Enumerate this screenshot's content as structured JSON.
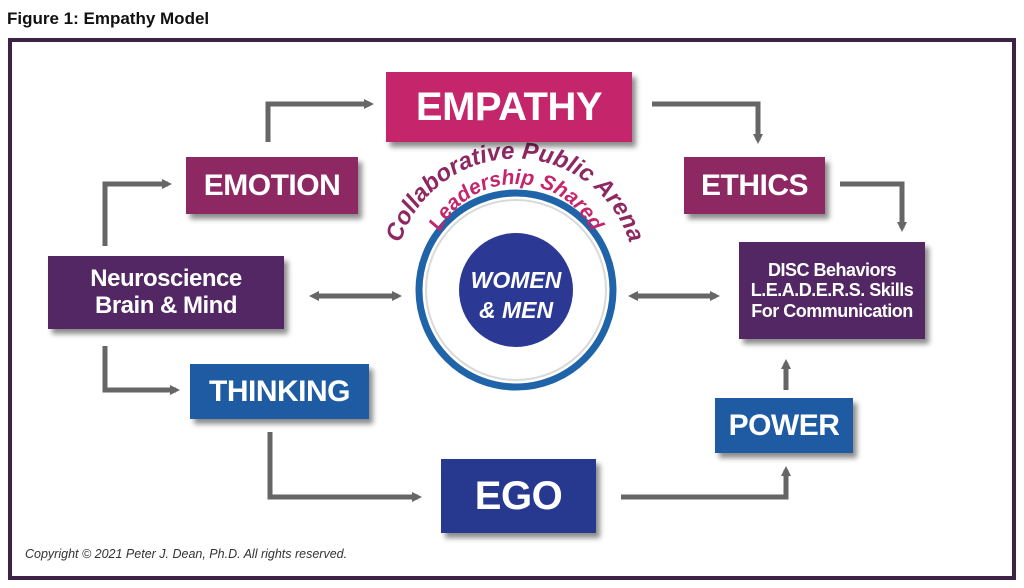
{
  "figure_title": "Figure 1: Empathy Model",
  "nodes": {
    "empathy": "EMPATHY",
    "emotion": "EMOTION",
    "ethics": "ETHICS",
    "neuroscience": [
      "Neuroscience",
      "Brain & Mind"
    ],
    "disc": [
      "DISC Behaviors",
      "L.E.A.D.E.R.S. Skills",
      "For Communication"
    ],
    "thinking": "THINKING",
    "power": "POWER",
    "ego": "EGO"
  },
  "center": {
    "outer_arc": "Collaborative Public Arena",
    "inner_arc": "Leadership Shared",
    "core_line1": "WOMEN",
    "core_line2": "& MEN"
  },
  "copyright": "Copyright © 2021 Peter J. Dean, Ph.D. All rights reserved.",
  "colors": {
    "magenta": "#c4256b",
    "plum": "#8e2862",
    "purple": "#532764",
    "blue": "#1e5ba3",
    "navy": "#27388f",
    "arrow": "#666666",
    "frame": "#3d2247"
  }
}
